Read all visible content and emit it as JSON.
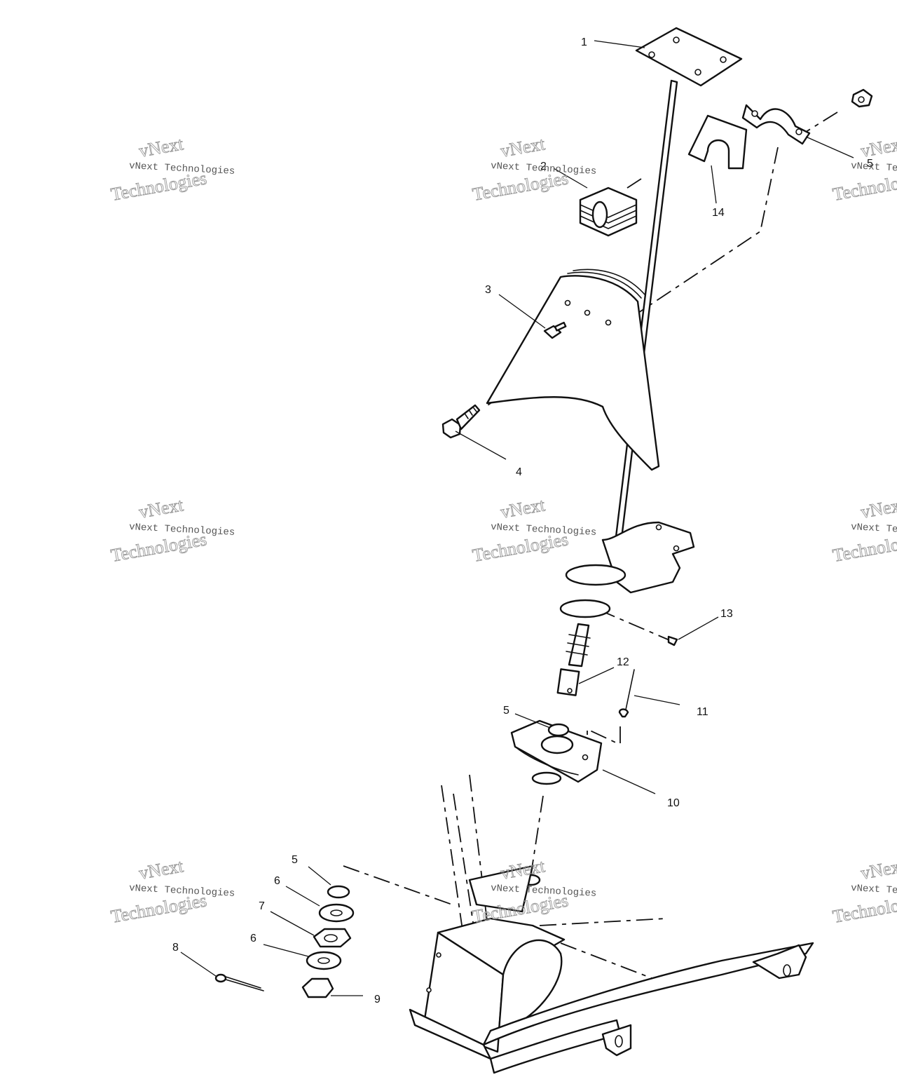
{
  "callouts": {
    "c1": "1",
    "c2": "2",
    "c3": "3",
    "c4": "4",
    "c5a": "5",
    "c5b": "5",
    "c5c": "5",
    "c6a": "6",
    "c6b": "6",
    "c7": "7",
    "c8": "8",
    "c9": "9",
    "c10": "10",
    "c11": "11",
    "c12": "12",
    "c13": "13",
    "c14": "14"
  },
  "watermark": {
    "line_small": "vNext Technologies",
    "line_top": "vNext",
    "line_big": "Technologies"
  }
}
